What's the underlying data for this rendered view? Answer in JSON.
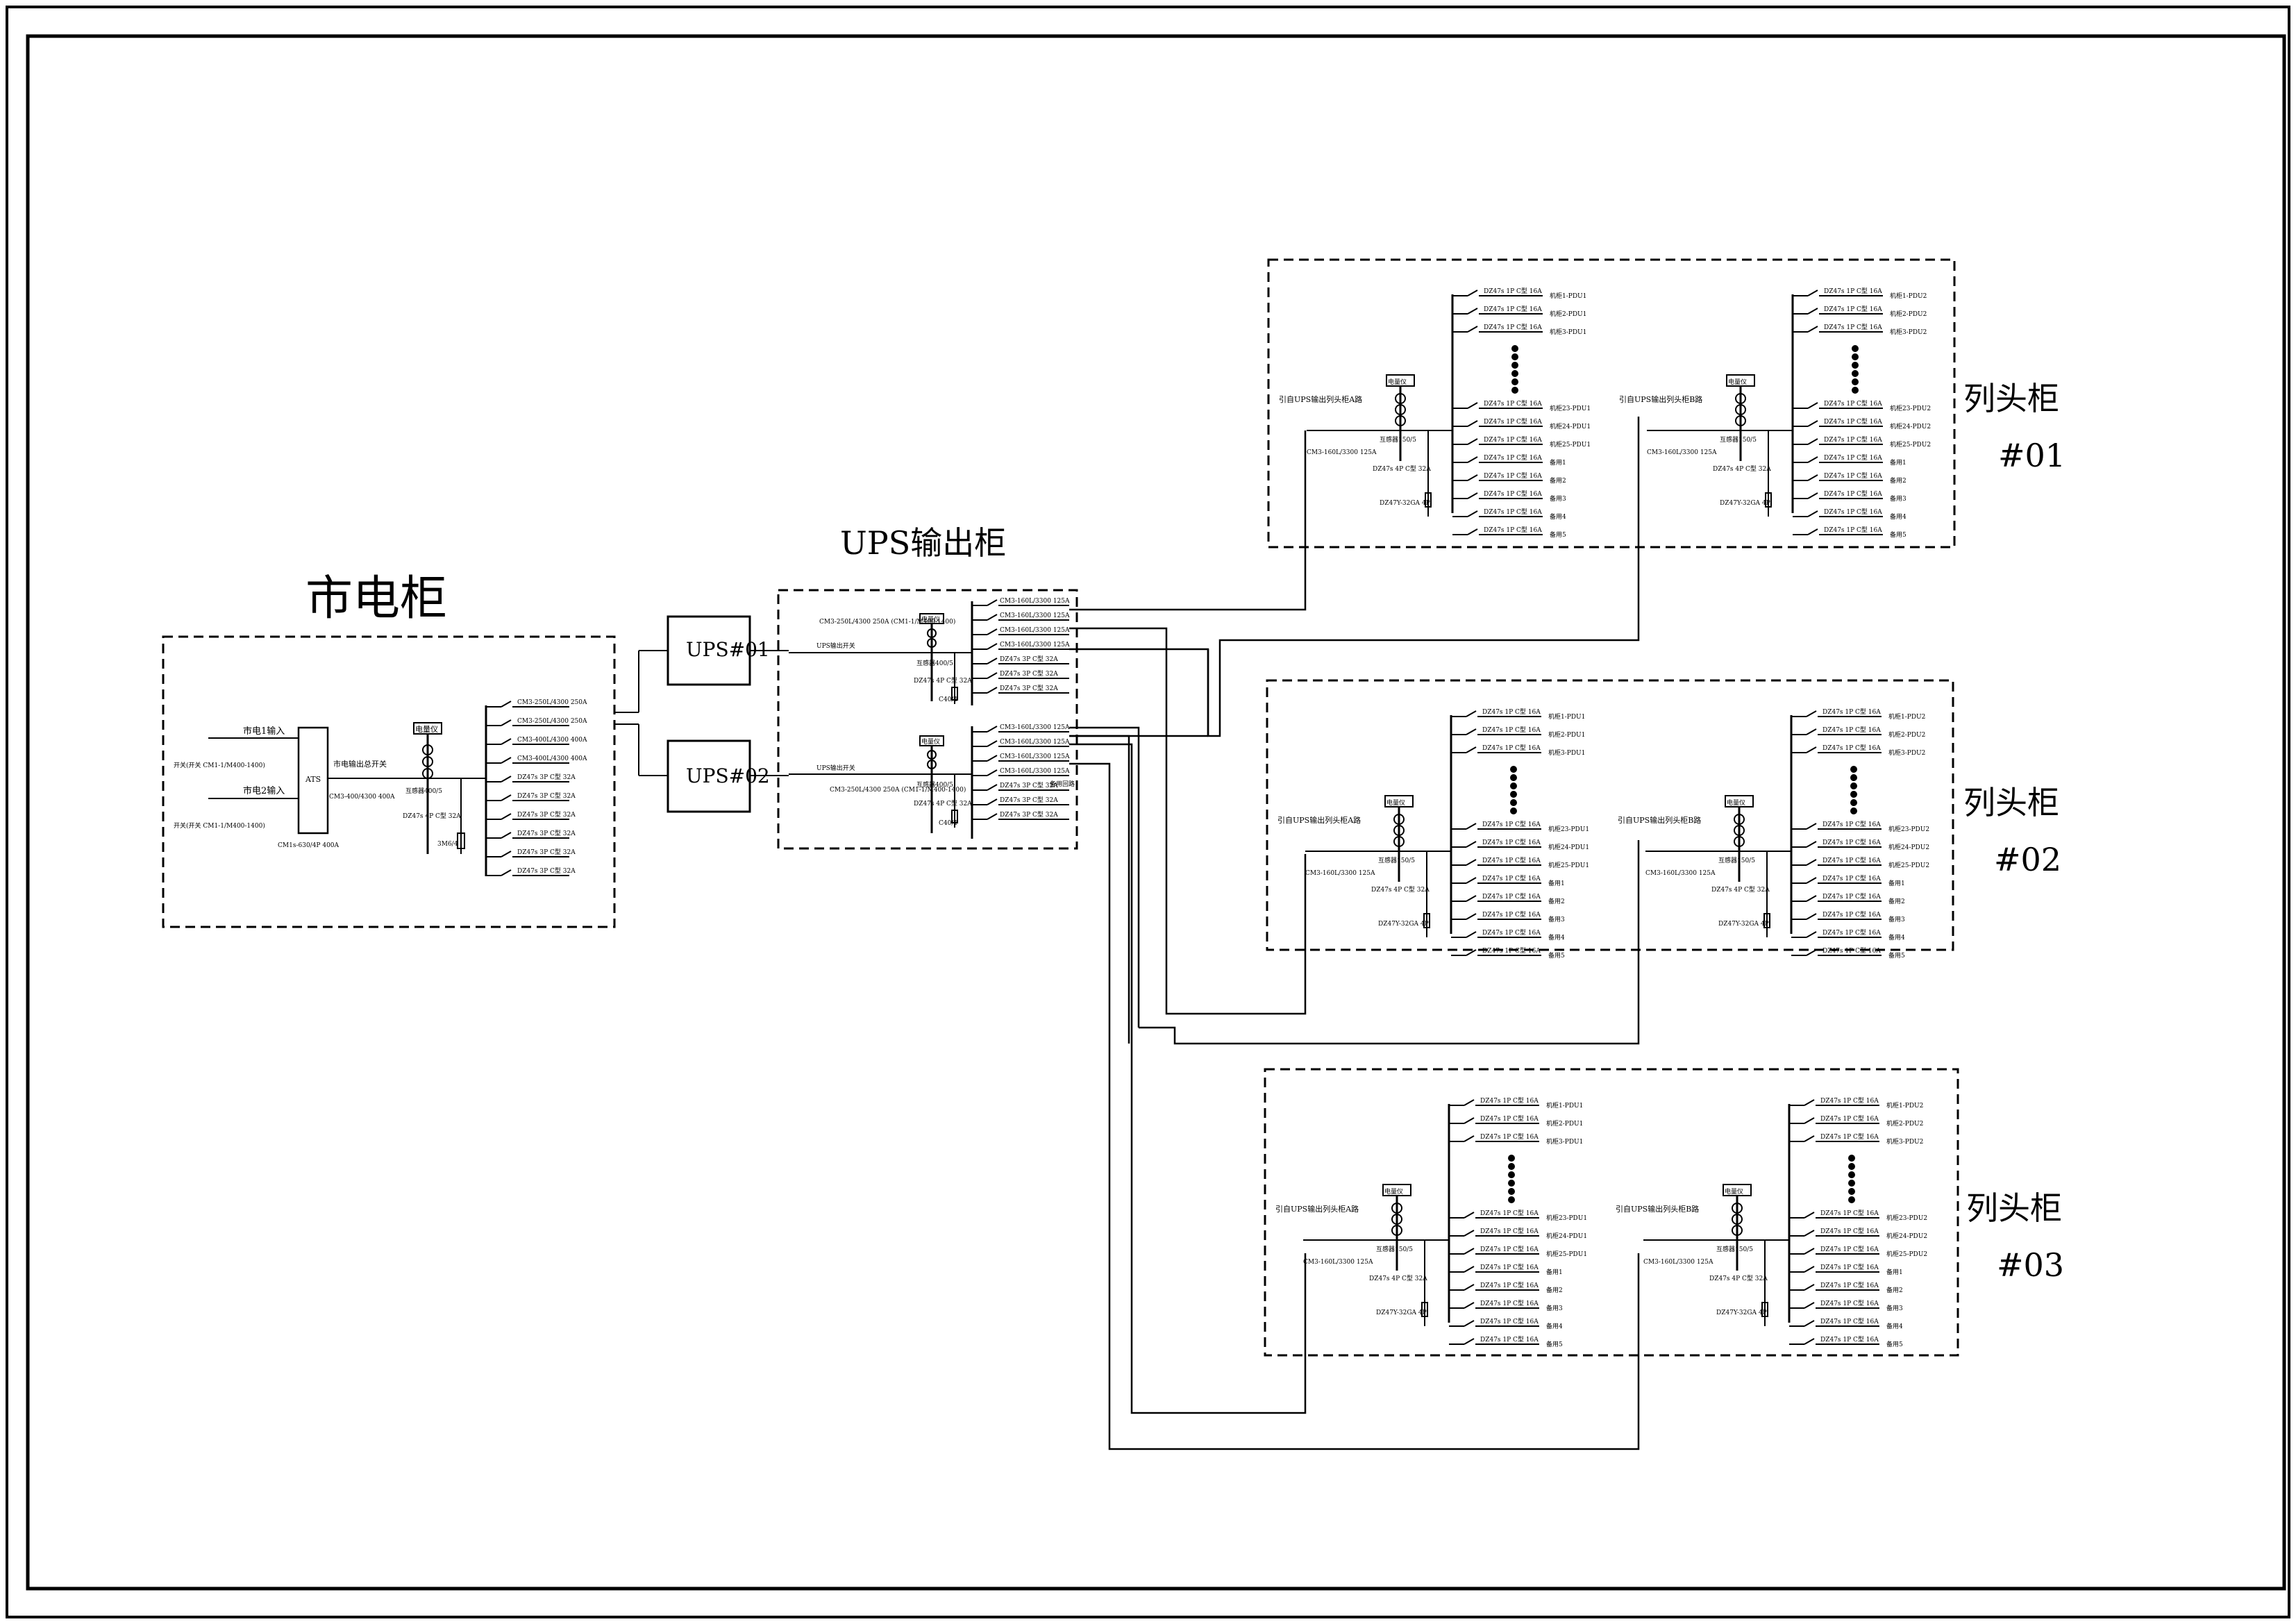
{
  "titles": {
    "mains_cabinet": "市电柜",
    "ups_output_cabinet": "UPS输出柜",
    "row_head_1": [
      "列头柜",
      "#01"
    ],
    "row_head_2": [
      "列头柜",
      "#02"
    ],
    "row_head_3": [
      "列头柜",
      "#03"
    ]
  },
  "ups_units": [
    "UPS#01",
    "UPS#02"
  ],
  "mains": {
    "input1": "市电1输入",
    "input2": "市电2输入",
    "switch1": "开关(开关 CM1-1/M400-1400)",
    "switch2": "开关(开关 CM1-1/M400-1400)",
    "ats": "ATS",
    "ats_breaker": "CM1s-630/4P 400A",
    "out_switch": "市电输出总开关",
    "out_breaker": "CM3-400/4300 400A",
    "meter": "电量仪",
    "ct": "互感器400/5",
    "spd": "DZ47s 4P C型 32A",
    "spd2": "3M6/4",
    "feeders": [
      "CM3-250L/4300 250A",
      "CM3-250L/4300 250A",
      "CM3-400L/4300 400A",
      "CM3-400L/4300 400A",
      "DZ47s 3P C型 32A",
      "DZ47s 3P C型 32A",
      "DZ47s 3P C型 32A",
      "DZ47s 3P C型 32A",
      "DZ47s 3P C型 32A",
      "DZ47s 3P C型 32A"
    ]
  },
  "ups_cab": {
    "in_switch": "UPS输出开关",
    "in_breaker": "CM3-250L/4300 250A  (CM1-1/M400-1400)",
    "meter": "电量仪",
    "ct": "互感器400/5",
    "spd": "DZ47s 4P C型 32A",
    "spd2": "C40/4",
    "feeders_a": [
      "CM3-160L/3300 125A",
      "CM3-160L/3300 125A",
      "CM3-160L/3300 125A",
      "CM3-160L/3300 125A",
      "DZ47s 3P C型 32A",
      "DZ47s 3P C型 32A",
      "DZ47s 3P C型 32A"
    ],
    "feeders_b": [
      "CM3-160L/3300 125A",
      "CM3-160L/3300 125A",
      "CM3-160L/3300 125A",
      "CM3-160L/3300 125A",
      "DZ47s 3P C型 32A",
      "DZ47s 3P C型 32A",
      "DZ47s 3P C型 32A"
    ],
    "notes": [
      "备用回路",
      "备用",
      "备用"
    ]
  },
  "row_panel": {
    "incoming_a": "引自UPS输出列头柜A路",
    "incoming_b": "引自UPS输出列头柜B路",
    "meter": "电量仪",
    "ct": "互感器150/5",
    "main_breaker": "CM3-160L/3300 125A",
    "spd": "DZ47s 4P C型 32A",
    "spd2": "DZ47Y-32GA 4P",
    "branch_breaker": "DZ47s 1P C型 16A",
    "loads_a": [
      "机柜1-PDU1",
      "机柜2-PDU1",
      "机柜3-PDU1",
      "机柜23-PDU1",
      "机柜24-PDU1",
      "机柜25-PDU1",
      "备用1",
      "备用2",
      "备用3",
      "备用4",
      "备用5"
    ],
    "loads_b": [
      "机柜1-PDU2",
      "机柜2-PDU2",
      "机柜3-PDU2",
      "机柜23-PDU2",
      "机柜24-PDU2",
      "机柜25-PDU2",
      "备用1",
      "备用2",
      "备用3",
      "备用4",
      "备用5"
    ]
  }
}
